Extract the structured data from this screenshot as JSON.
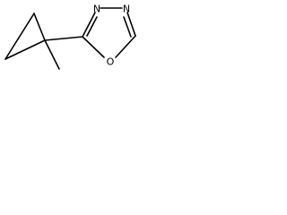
{
  "atoms": {
    "n1": "N",
    "n2": "N",
    "o": "O"
  }
}
